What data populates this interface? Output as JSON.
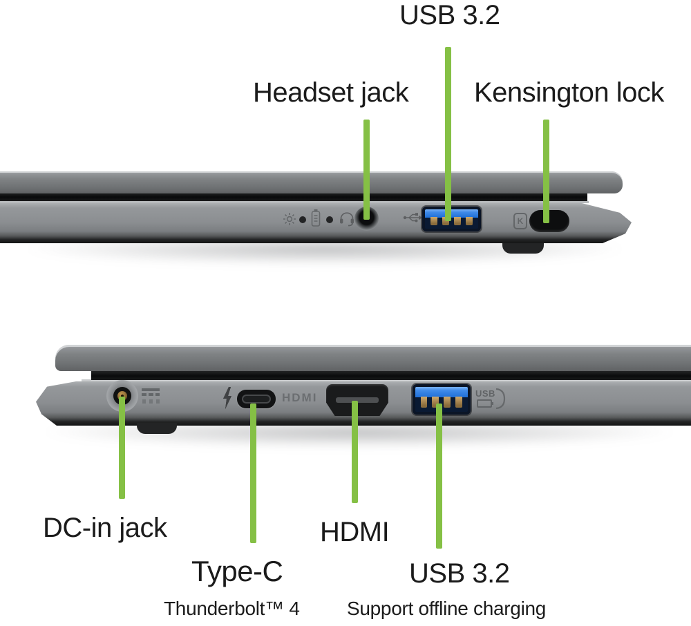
{
  "colors": {
    "accent_green": "#85c045",
    "label_text": "#1b1b1b",
    "usb_port_blue": "#1f6fd8",
    "usb_contact_gold": "#a9854f",
    "dc_pin_gold": "#8a6a34",
    "chassis_gray": "#8b8e91"
  },
  "top_view": {
    "description": "laptop right side edge",
    "callouts": {
      "usb": {
        "label": "USB 3.2"
      },
      "headset": {
        "label": "Headset jack"
      },
      "kensington": {
        "label": "Kensington lock"
      }
    },
    "icons": [
      "brightness-led-icon",
      "led-dot",
      "battery-led-icon",
      "led-dot",
      "headset-icon",
      "usb-trident-icon",
      "kensington-lock-icon"
    ]
  },
  "bottom_view": {
    "description": "laptop left side edge",
    "callouts": {
      "dc": {
        "label": "DC-in jack"
      },
      "typec": {
        "label": "Type-C",
        "sublabel": "Thunderbolt™ 4"
      },
      "hdmi": {
        "label": "HDMI"
      },
      "usb": {
        "label": "USB 3.2",
        "sublabel": "Support offline charging"
      }
    },
    "engravings": {
      "hdmi_text": "HDMI",
      "usb_icon_text": "USB",
      "kensington_icon_text": "K"
    },
    "icons": [
      "dc-power-icon",
      "thunderbolt-icon",
      "usb-charging-icon"
    ]
  }
}
